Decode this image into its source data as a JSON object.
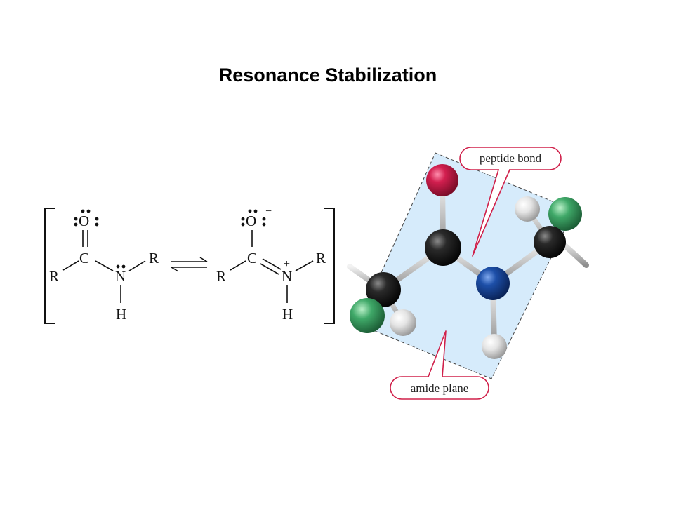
{
  "slide": {
    "title": "Resonance Stabilization"
  },
  "structure_left": {
    "oxygen": "O",
    "carbon": "C",
    "nitrogen": "N",
    "hydrogen": "H",
    "r_left": "R",
    "r_right": "R"
  },
  "structure_right": {
    "oxygen": "O",
    "oxygen_charge": "−",
    "carbon": "C",
    "nitrogen": "N",
    "nitrogen_charge": "+",
    "hydrogen": "H",
    "r_left": "R",
    "r_right": "R"
  },
  "model": {
    "labels": {
      "peptide_bond": "peptide bond",
      "amide_plane": "amide plane"
    },
    "colors": {
      "plane_fill": "#d6ebfb",
      "callout_stroke": "#d0204a",
      "oxygen": "#d21f4f",
      "nitrogen": "#1d4fa8",
      "carbon": "#1a1a1a",
      "hydrogen": "#e9e9e9",
      "r_group": "#3fa868"
    }
  }
}
